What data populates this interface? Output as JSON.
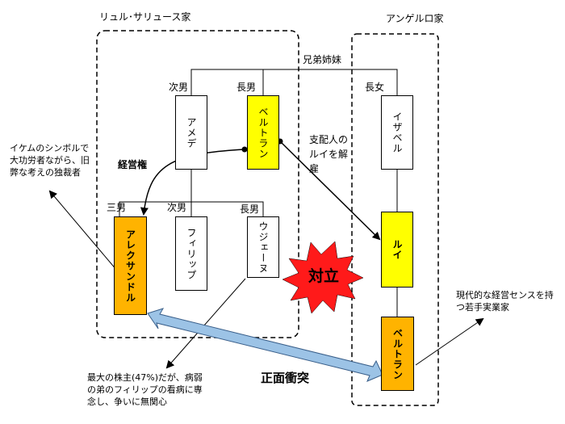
{
  "families": {
    "left": "リュル･サリュース家",
    "right": "アンゲルロ家"
  },
  "sibling_label": "兄弟姉妹",
  "generation1": {
    "second_son_rel": "次男",
    "second_son_name": "アメデ",
    "eldest_son_rel": "長男",
    "eldest_son_name": "ベルトラン",
    "eldest_daughter_rel": "長女",
    "eldest_daughter_name": "イザベル"
  },
  "generation2": {
    "third_son_rel": "三男",
    "third_son_name": "アレクサンドル",
    "second_son_rel": "次男",
    "second_son_name": "フィリップ",
    "eldest_son_rel": "長男",
    "eldest_son_name": "ウジェーヌ"
  },
  "right_chain": {
    "louis": "ルイ",
    "bertrand": "ベルトラン"
  },
  "labels": {
    "management_right": "経営権",
    "dismiss": "支配人のルイを解雇",
    "conflict": "対立",
    "clash": "正面衝突"
  },
  "notes": {
    "alexandre": "イケムのシンボルで大功労者ながら、旧弊な考えの独裁者",
    "eugene": "最大の株主(47%)だが、病弱の弟のフィリップの看病に専念し、争いに無関心",
    "bertrand": "現代的な経営センスを持つ若手実業家"
  },
  "colors": {
    "yellow": "#ffff00",
    "orange": "#ffb300",
    "clash_arrow": "#9cc3e6",
    "burst": "#ff1a1a"
  }
}
